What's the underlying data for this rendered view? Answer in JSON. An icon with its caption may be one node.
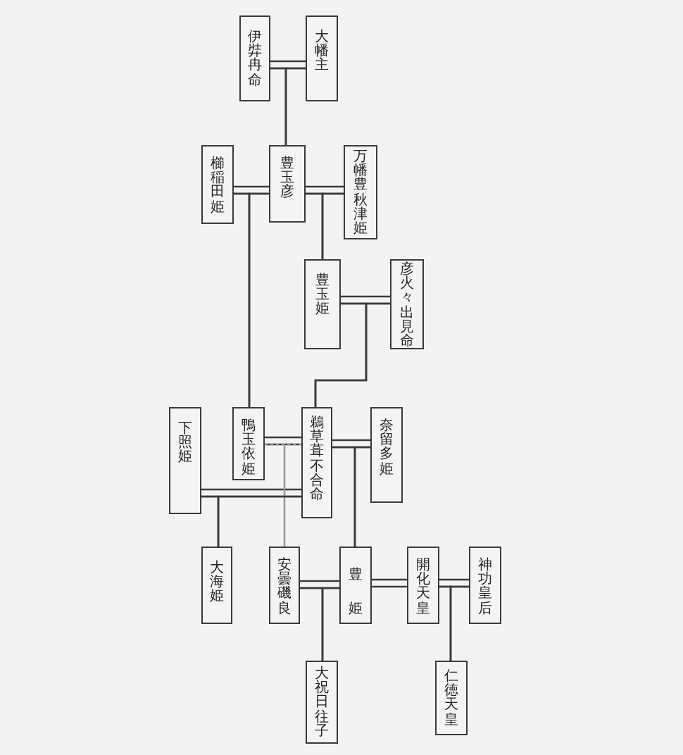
{
  "diagram": {
    "nodes": [
      {
        "text": [
          "伊弉冉命"
        ]
      },
      {
        "text": [
          "大幡主"
        ]
      },
      {
        "text": [
          "櫛稲田姫"
        ]
      },
      {
        "text": [
          "豊玉彦"
        ]
      },
      {
        "text": [
          "万幡豊秋津姫"
        ]
      },
      {
        "text": [
          "豊玉姫"
        ]
      },
      {
        "text": [
          "彦火々出見命"
        ]
      },
      {
        "text": [
          "下照姫"
        ]
      },
      {
        "text": [
          "鴨玉依姫"
        ]
      },
      {
        "text": [
          "鵜草葺不合命"
        ]
      },
      {
        "text": [
          "奈留多姫"
        ]
      },
      {
        "text": [
          "大海姫"
        ]
      },
      {
        "text": [
          "安曇磯良"
        ]
      },
      {
        "text": [
          "豊姫"
        ]
      },
      {
        "text": [
          "開化天皇"
        ]
      },
      {
        "text": [
          "神功皇后"
        ]
      },
      {
        "text": [
          "大祝日往子"
        ]
      },
      {
        "text": [
          "仁徳天皇"
        ]
      }
    ],
    "edges": [
      {
        "from": 0,
        "to": 1,
        "arrow": "none"
      },
      {
        "from": 0,
        "to": 3,
        "arrow": "none"
      },
      {
        "from": 1,
        "to": 3,
        "arrow": "none"
      },
      {
        "from": 2,
        "to": 3,
        "arrow": "none"
      },
      {
        "from": 3,
        "to": 4,
        "arrow": "none"
      },
      {
        "from": 2,
        "to": 8,
        "arrow": "none"
      },
      {
        "from": 3,
        "to": 8,
        "arrow": "none"
      },
      {
        "from": 3,
        "to": 5,
        "arrow": "none"
      },
      {
        "from": 4,
        "to": 5,
        "arrow": "none"
      },
      {
        "from": 5,
        "to": 6,
        "arrow": "none"
      },
      {
        "from": 5,
        "to": 9,
        "arrow": "none"
      },
      {
        "from": 6,
        "to": 9,
        "arrow": "none"
      },
      {
        "from": 8,
        "to": 9,
        "arrow": "none"
      },
      {
        "from": 7,
        "to": 9,
        "arrow": "none"
      },
      {
        "from": 9,
        "to": 10,
        "arrow": "none"
      },
      {
        "from": 8,
        "to": 12,
        "arrow": "none",
        "style": "dashed",
        "color": "#999999"
      },
      {
        "from": 9,
        "to": 12,
        "arrow": "none",
        "style": "dashed",
        "color": "#999999"
      },
      {
        "from": 7,
        "to": 11,
        "arrow": "none"
      },
      {
        "from": 9,
        "to": 11,
        "arrow": "none"
      },
      {
        "from": 9,
        "to": 13,
        "arrow": "none"
      },
      {
        "from": 10,
        "to": 13,
        "arrow": "none"
      },
      {
        "from": 12,
        "to": 13,
        "arrow": "none"
      },
      {
        "from": 13,
        "to": 14,
        "arrow": "none"
      },
      {
        "from": 14,
        "to": 15,
        "arrow": "none"
      },
      {
        "from": 12,
        "to": 16,
        "arrow": "none"
      },
      {
        "from": 13,
        "to": 16,
        "arrow": "none"
      },
      {
        "from": 14,
        "to": 17,
        "arrow": "none"
      },
      {
        "from": 15,
        "to": 17,
        "arrow": "none"
      }
    ]
  }
}
